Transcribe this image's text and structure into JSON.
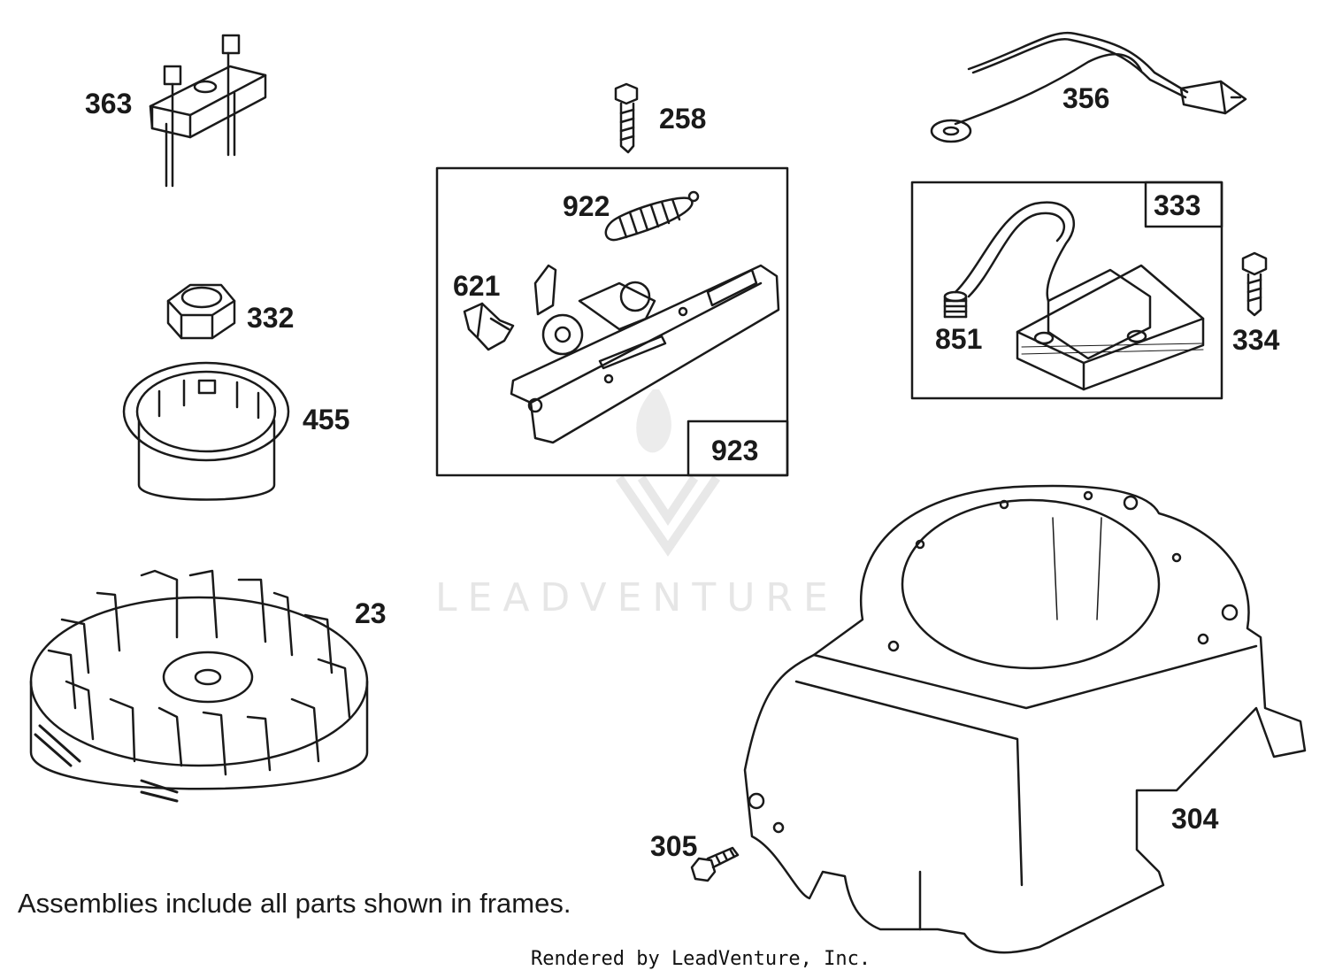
{
  "labels": {
    "p363": "363",
    "p258": "258",
    "p356": "356",
    "p922": "922",
    "p621": "621",
    "p923": "923",
    "p333": "333",
    "p851": "851",
    "p334": "334",
    "p332": "332",
    "p455": "455",
    "p23": "23",
    "p304": "304",
    "p305": "305"
  },
  "note": "Assemblies include all parts shown in frames.",
  "footer": "Rendered by LeadVenture, Inc.",
  "watermark": "LEADVENTURE",
  "colors": {
    "ink": "#1a1a1a",
    "watermark": "#e6e6e6",
    "background": "#ffffff"
  }
}
